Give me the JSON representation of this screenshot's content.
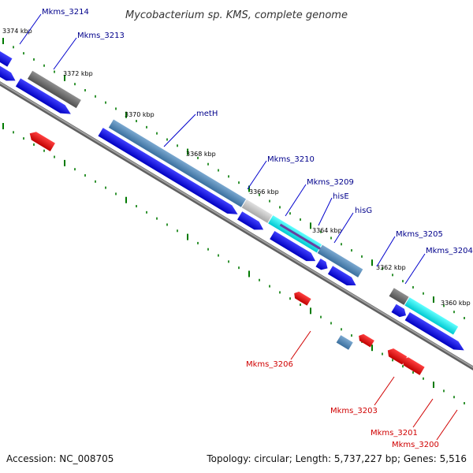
{
  "title": "Mycobacterium sp. KMS, complete genome",
  "footer": {
    "accession": "Accession: NC_008705",
    "topology": "Topology: circular; Length: 5,737,227 bp; Genes: 5,516"
  },
  "ticks": [
    {
      "label": "3374 kbp"
    },
    {
      "label": "3372 kbp"
    },
    {
      "label": "3370 kbp"
    },
    {
      "label": "3368 kbp"
    },
    {
      "label": "3366 kbp"
    },
    {
      "label": "3364 kbp"
    },
    {
      "label": "3362 kbp"
    },
    {
      "label": "3360 kbp"
    }
  ],
  "genes": {
    "Mkms_3214": "Mkms_3214",
    "Mkms_3213": "Mkms_3213",
    "metH": "metH",
    "Mkms_3210": "Mkms_3210",
    "Mkms_3209": "Mkms_3209",
    "hisE": "hisE",
    "hisG": "hisG",
    "Mkms_3205": "Mkms_3205",
    "Mkms_3204": "Mkms_3204",
    "Mkms_3206": "Mkms_3206",
    "Mkms_3203": "Mkms_3203",
    "Mkms_3201": "Mkms_3201",
    "Mkms_3200": "Mkms_3200"
  },
  "colors": {
    "forward_gene": "#0000e6",
    "reverse_gene": "#e60000",
    "rna_gene": "#4682b4",
    "pseudo_gene": "#6e6e6e",
    "cyan_gene": "#00e0e6",
    "backbone": "#808080",
    "tick": "#007a00",
    "forward_label": "#00008b",
    "reverse_label": "#d00000"
  }
}
